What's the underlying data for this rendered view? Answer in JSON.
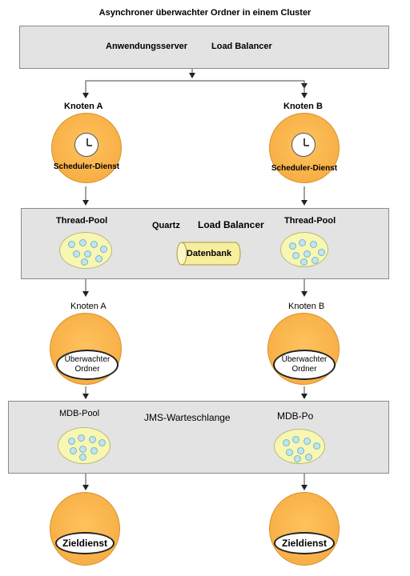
{
  "title": "Asynchroner überwachter Ordner in einem Cluster",
  "top_band": {
    "app_server": "Anwendungsserver",
    "load_balancer": "Load Balancer"
  },
  "node_a": {
    "label": "Knoten A",
    "service": "Scheduler-Dienst"
  },
  "node_b": {
    "label": "Knoten B",
    "service": "Scheduler-Dienst"
  },
  "quartz_band": {
    "pool_left": "Thread-Pool",
    "quartz": "Quartz",
    "load_balancer": "Load Balancer",
    "pool_right": "Thread-Pool",
    "database": "Datenbank"
  },
  "watched_a": {
    "label": "Knoten A",
    "folder": "Überwachter Ordner"
  },
  "watched_b": {
    "label": "Knoten B",
    "folder": "Überwachter Ordner"
  },
  "jms_band": {
    "pool_left": "MDB-Pool",
    "queue": "JMS-Warteschlange",
    "pool_right": "MDB-Po"
  },
  "target_a": "Zieldienst",
  "target_b": "Zieldienst"
}
